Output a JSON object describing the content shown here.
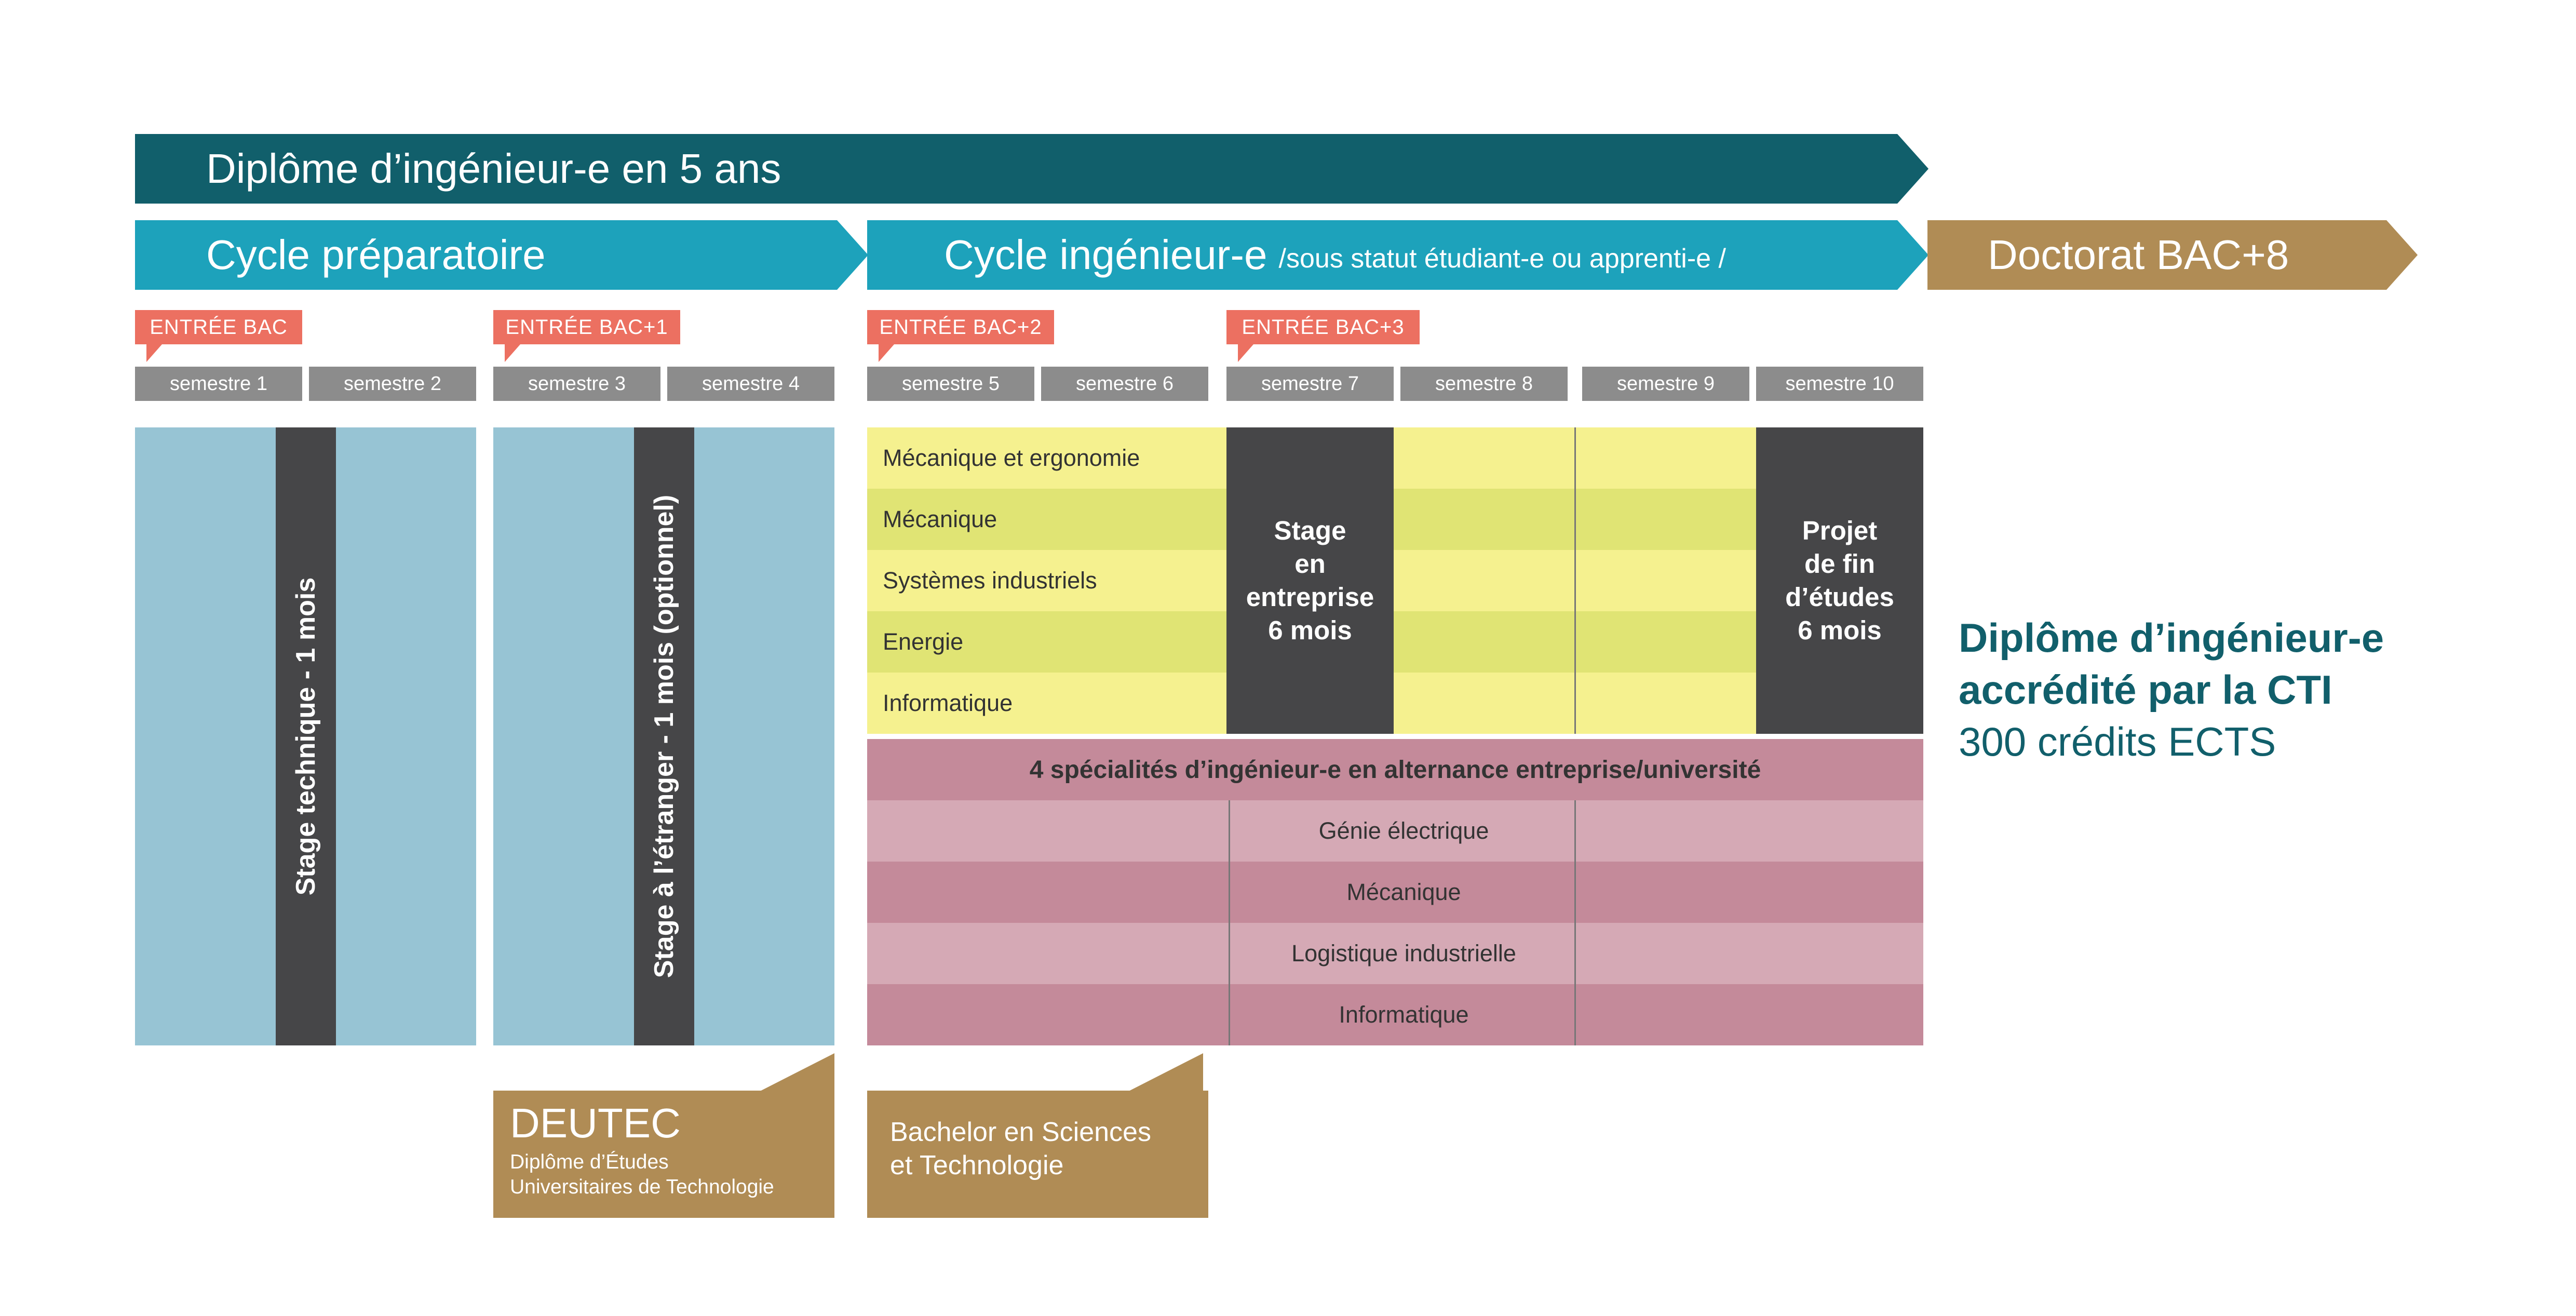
{
  "header": {
    "title": "Diplôme d’ingénieur-e en 5 ans"
  },
  "cycles": {
    "prep": "Cycle préparatoire",
    "ing_main": "Cycle ingénieur-e",
    "ing_sub": "/sous statut étudiant-e ou apprenti-e /",
    "doctorat": "Doctorat BAC+8"
  },
  "entries": [
    "ENTRÉE BAC",
    "ENTRÉE BAC+1",
    "ENTRÉE BAC+2",
    "ENTRÉE BAC+3"
  ],
  "semesters": [
    "semestre 1",
    "semestre 2",
    "semestre 3",
    "semestre 4",
    "semestre 5",
    "semestre 6",
    "semestre 7",
    "semestre 8",
    "semestre 9",
    "semestre 10"
  ],
  "prep_blocks": {
    "stage_technique": "Stage technique - 1 mois",
    "stage_etranger": "Stage à l’étranger - 1 mois (optionnel)"
  },
  "specialities": [
    "Mécanique et ergonomie",
    "Mécanique",
    "Systèmes industriels",
    "Energie",
    "Informatique"
  ],
  "stage_entreprise": [
    "Stage",
    "en",
    "entreprise",
    "6 mois"
  ],
  "projet_fin": [
    "Projet",
    "de fin",
    "d’études",
    "6 mois"
  ],
  "alternance": {
    "title": "4 spécialités d’ingénieur-e en alternance entreprise/université",
    "items": [
      "Génie électrique",
      "Mécanique",
      "Logistique  industrielle",
      "Informatique"
    ]
  },
  "diplomas": {
    "deutec_title": "DEUTEC",
    "deutec_sub1": "Diplôme d’Études",
    "deutec_sub2": "Universitaires de Technologie",
    "bachelor_line1": "Bachelor en Sciences",
    "bachelor_line2": "et Technologie"
  },
  "accreditation": {
    "line1": "Diplôme d’ingénieur-e",
    "line2": "accrédité par la CTI",
    "line3": "300 crédits ECTS"
  },
  "colors": {
    "dark_teal": "#115f6b",
    "cyan": "#1da2bb",
    "gold": "#b08c55",
    "salmon": "#ec7061",
    "light_blue": "#97c4d4",
    "charcoal": "#464648",
    "yellow_light": "#f5f18f",
    "yellow_dark": "#e0e474",
    "pink_light": "#d5a9b5",
    "pink_dark": "#c48a9a"
  }
}
